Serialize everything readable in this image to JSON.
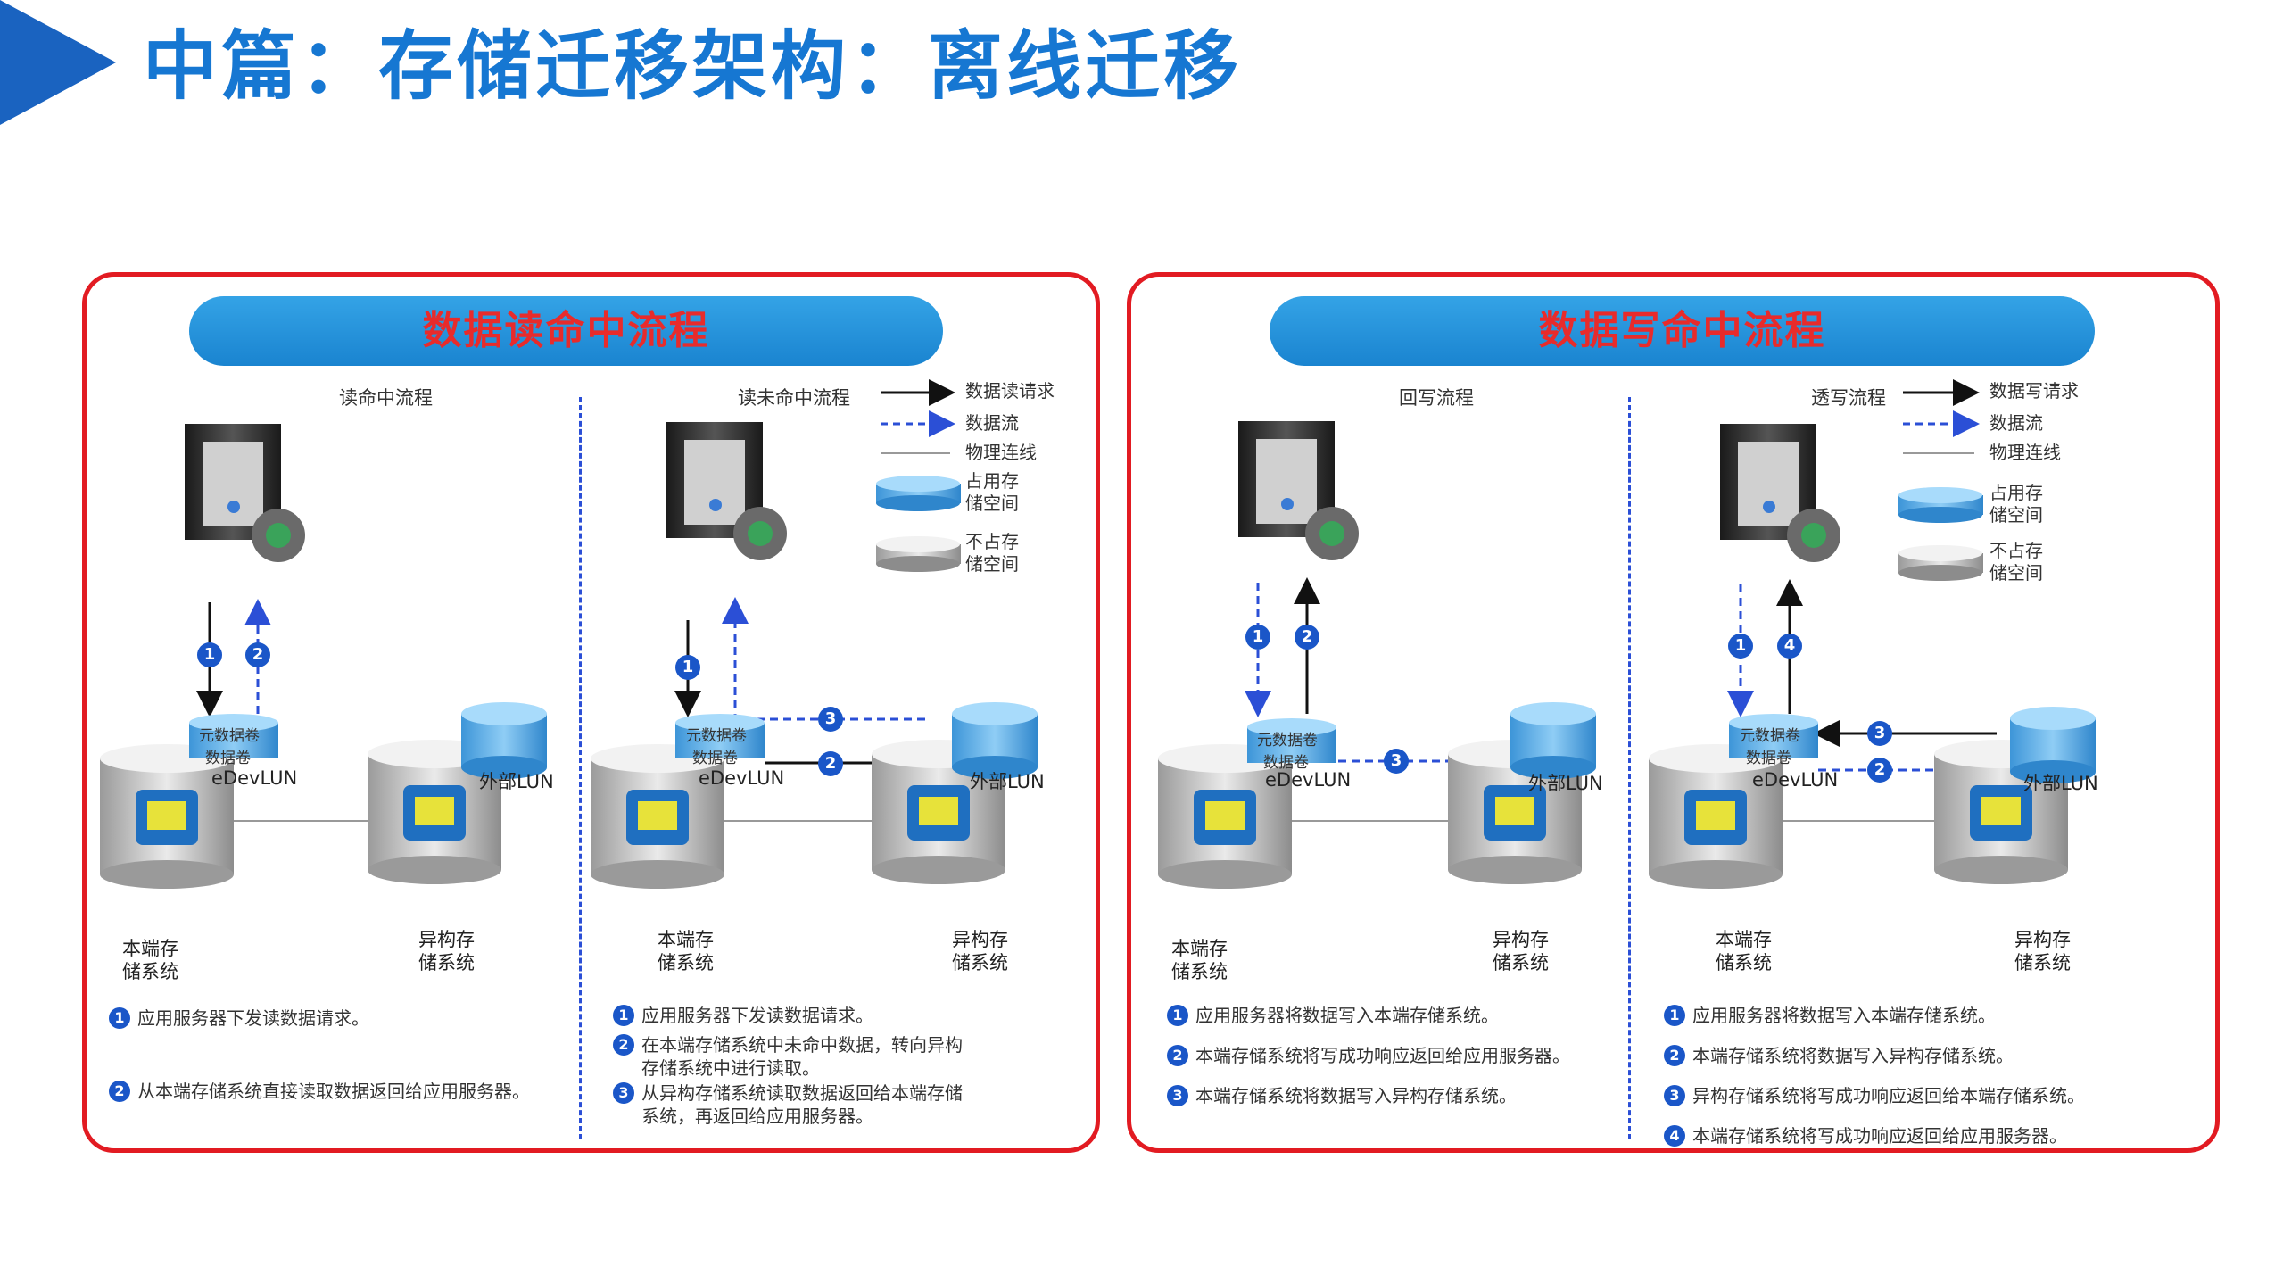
{
  "title": "中篇：存储迁移架构：离线迁移",
  "colors": {
    "accent": "#1677d2",
    "border": "#e21b22",
    "banner": "#1a84d0",
    "arrow_dashed": "#2b4fd6",
    "badge": "#1a56c8"
  },
  "left_panel": {
    "banner": "数据读命中流程",
    "sub_left": "读命中流程",
    "sub_right": "读未命中流程",
    "cache_top": "元数据卷",
    "cache_mid": "数据卷",
    "edev": "eDevLUN",
    "ext_lun": "外部LUN",
    "local_storage": "本端存\n储系统",
    "hetero_storage": "异构存\n储系统",
    "legend": {
      "req": "数据读请求",
      "flow": "数据流",
      "phys": "物理连线",
      "occupy": "占用存\n储空间",
      "not_occupy": "不占存\n储空间"
    },
    "steps_left": [
      {
        "n": "1",
        "text": "应用服务器下发读数据请求。"
      },
      {
        "n": "2",
        "text": "从本端存储系统直接读取数据返回给应用服务器。"
      }
    ],
    "steps_right": [
      {
        "n": "1",
        "text": "应用服务器下发读数据请求。"
      },
      {
        "n": "2",
        "text": "在本端存储系统中未命中数据，转向异构\n存储系统中进行读取。"
      },
      {
        "n": "3",
        "text": "从异构存储系统读取数据返回给本端存储\n系统，再返回给应用服务器。"
      }
    ]
  },
  "right_panel": {
    "banner": "数据写命中流程",
    "sub_left": "回写流程",
    "sub_right": "透写流程",
    "cache_top": "元数据卷",
    "cache_mid": "数据卷",
    "edev": "eDevLUN",
    "ext_lun": "外部LUN",
    "local_storage": "本端存\n储系统",
    "hetero_storage": "异构存\n储系统",
    "legend": {
      "req": "数据写请求",
      "flow": "数据流",
      "phys": "物理连线",
      "occupy": "占用存\n储空间",
      "not_occupy": "不占存\n储空间"
    },
    "steps_left": [
      {
        "n": "1",
        "text": "应用服务器将数据写入本端存储系统。"
      },
      {
        "n": "2",
        "text": "本端存储系统将写成功响应返回给应用服务器。"
      },
      {
        "n": "3",
        "text": "本端存储系统将数据写入异构存储系统。"
      }
    ],
    "steps_right": [
      {
        "n": "1",
        "text": "应用服务器将数据写入本端存储系统。"
      },
      {
        "n": "2",
        "text": "本端存储系统将数据写入异构存储系统。"
      },
      {
        "n": "3",
        "text": "异构存储系统将写成功响应返回给本端存储系统。"
      },
      {
        "n": "4",
        "text": "本端存储系统将写成功响应返回给应用服务器。"
      }
    ]
  },
  "badges": {
    "b1": "1",
    "b2": "2",
    "b3": "3",
    "b4": "4"
  }
}
